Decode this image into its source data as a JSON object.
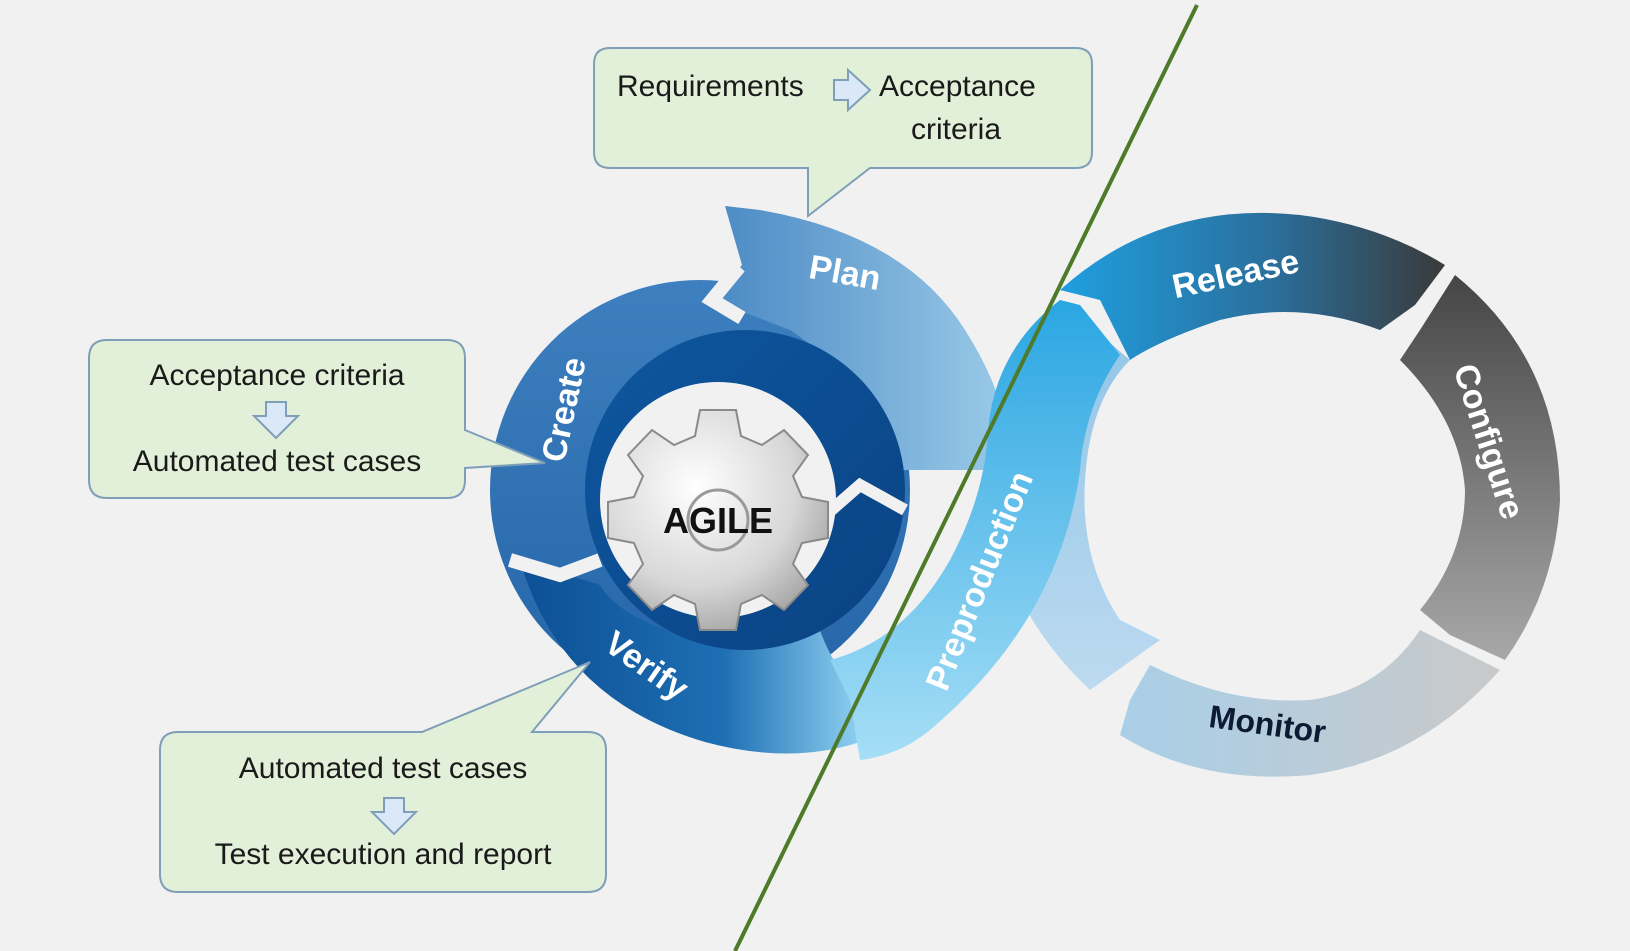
{
  "callouts": {
    "plan": {
      "line1_left": "Requirements",
      "line1_right": "Acceptance",
      "line2": "criteria"
    },
    "create": {
      "line1": "Acceptance criteria",
      "line2": "Automated test cases"
    },
    "verify": {
      "line1": "Automated test cases",
      "line2": "Test execution and report"
    }
  },
  "agile_cycle": {
    "center_label": "AGILE",
    "segments": {
      "plan": "Plan",
      "create": "Create",
      "verify": "Verify"
    }
  },
  "ops_cycle": {
    "segments": {
      "preproduction": "Preproduction",
      "release": "Release",
      "configure": "Configure",
      "monitor": "Monitor"
    }
  },
  "colors": {
    "background": "#f1f1f1",
    "callout_fill": "#e2f0d9",
    "callout_border": "#7f9eb8",
    "divider_line": "#4e7a2a",
    "agile_dark": "#0d4f94",
    "agile_mid": "#3b7fc0",
    "agile_light": "#8fc9ea",
    "ops_blue": "#23a2e0",
    "ops_dark": "#3a3a3a",
    "ops_gray": "#8c8c8c",
    "arrow_fill": "#dbe8f8"
  }
}
